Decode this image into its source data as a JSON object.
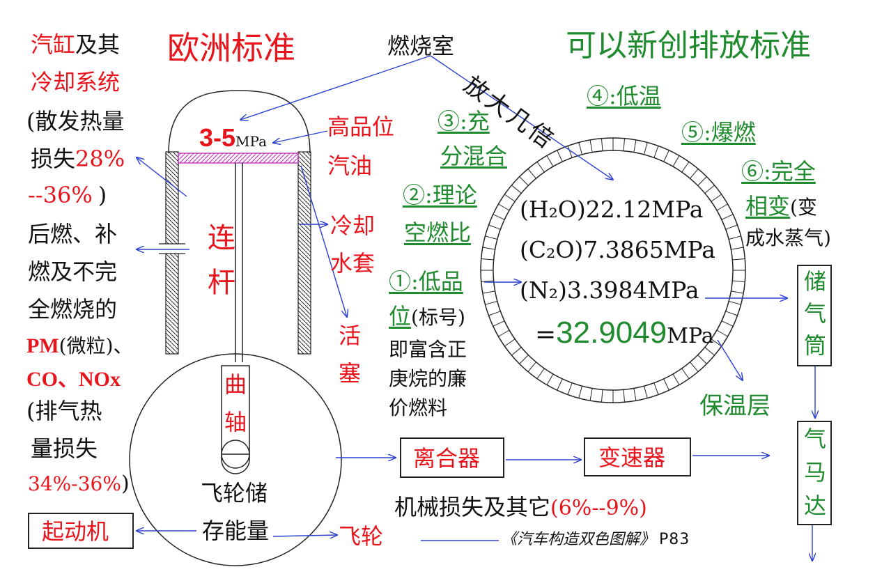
{
  "titles": {
    "europe_standard": "欧洲标准",
    "new_standard": "可以新创排放标准"
  },
  "left_col": {
    "cylinder": "汽缸",
    "and_its": "及其",
    "cooling_system": "冷却系统",
    "heat_loss_open": "(散发热量",
    "heat_loss_word": "损失",
    "heat_loss_pct_a": "28%",
    "heat_loss_pct_b": "--36%",
    "heat_loss_close": ")",
    "afterburn_1": "后燃、补",
    "afterburn_2": "燃及不完",
    "afterburn_3": "全燃烧的",
    "pm": "PM",
    "pm_note": "(微粒)、",
    "co_nox": "CO、NOx",
    "exhaust_1": "(排气热",
    "exhaust_2": "量损失",
    "exhaust_pct": "34%-36%",
    "exhaust_close": ")"
  },
  "engine": {
    "combustion_chamber": "燃烧室",
    "pressure": "3-5",
    "pressure_unit": "MPa",
    "high_grade_1": "高品位",
    "high_grade_2": "汽油",
    "rod_1": "连",
    "rod_2": "杆",
    "cooling_jacket_1": "冷却",
    "cooling_jacket_2": "水套",
    "piston_1": "活",
    "piston_2": "塞",
    "crank_1": "曲",
    "crank_2": "轴",
    "flywheel_store_1": "飞轮储",
    "flywheel_store_2": "存能量",
    "flywheel": "飞轮",
    "starter": "起动机"
  },
  "sphere": {
    "magnify": "放大几倍",
    "h2o": "(H₂O)22.12MPa",
    "c2o": "(C₂O)7.3865MPa",
    "n2": "(N₂)3.3984MPa",
    "total_eq": "=",
    "total_val": "32.9049",
    "total_unit": "MPa",
    "insulation": "保温层"
  },
  "features": {
    "f1_a": "①:低品",
    "f1_b": "位",
    "f1_c": "(标号)",
    "f1_d": "即富含正",
    "f1_e": "庚烷的廉",
    "f1_f": "价燃料",
    "f2_a": "②:理论",
    "f2_b": "空燃比",
    "f3_a": "③:充",
    "f3_b": "分混合",
    "f4": "④:低温",
    "f5": "⑤:爆燃",
    "f6_a": "⑥:完全",
    "f6_b": "相变",
    "f6_c": "(变",
    "f6_d": "成水蒸气)"
  },
  "drivetrain": {
    "clutch": "离合器",
    "gearbox": "变速器",
    "tank": [
      "储",
      "气",
      "筒"
    ],
    "air_motor": [
      "气",
      "马",
      "达"
    ],
    "mech_loss": "机械损失及其它",
    "mech_pct": "(6%--9%)",
    "source": "《汽车构造双色图解》",
    "page": "P83"
  },
  "colors": {
    "red": "#e8141c",
    "green": "#1f8a2e",
    "arrow": "#2a3fd0",
    "line": "#222222",
    "hatch": "#c23cc2"
  }
}
